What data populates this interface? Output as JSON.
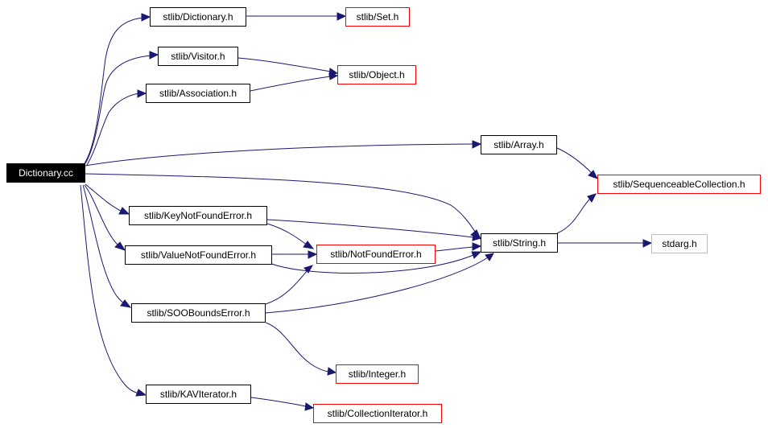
{
  "colors": {
    "edge": "#191970",
    "documented_border": "#000000",
    "undocumented_border": "#ff0000",
    "system_border": "#bfbfbf",
    "root_fill": "#000000",
    "root_text": "#ffffff"
  },
  "nodes": {
    "root": "Dictionary.cc",
    "dictionary_h": "stlib/Dictionary.h",
    "set_h": "stlib/Set.h",
    "visitor_h": "stlib/Visitor.h",
    "object_h": "stlib/Object.h",
    "association_h": "stlib/Association.h",
    "array_h": "stlib/Array.h",
    "seqcoll_h": "stlib/SequenceableCollection.h",
    "keynotfound_h": "stlib/KeyNotFoundError.h",
    "string_h": "stlib/String.h",
    "stdarg_h": "stdarg.h",
    "valuenotfound_h": "stlib/ValueNotFoundError.h",
    "notfound_h": "stlib/NotFoundError.h",
    "soobounds_h": "stlib/SOOBoundsError.h",
    "integer_h": "stlib/Integer.h",
    "kaviterator_h": "stlib/KAVIterator.h",
    "colliterator_h": "stlib/CollectionIterator.h"
  },
  "edges": [
    [
      "root",
      "dictionary_h"
    ],
    [
      "root",
      "visitor_h"
    ],
    [
      "root",
      "association_h"
    ],
    [
      "root",
      "array_h"
    ],
    [
      "root",
      "string_h"
    ],
    [
      "root",
      "keynotfound_h"
    ],
    [
      "root",
      "valuenotfound_h"
    ],
    [
      "root",
      "soobounds_h"
    ],
    [
      "root",
      "kaviterator_h"
    ],
    [
      "dictionary_h",
      "set_h"
    ],
    [
      "visitor_h",
      "object_h"
    ],
    [
      "association_h",
      "object_h"
    ],
    [
      "array_h",
      "seqcoll_h"
    ],
    [
      "string_h",
      "seqcoll_h"
    ],
    [
      "string_h",
      "stdarg_h"
    ],
    [
      "keynotfound_h",
      "notfound_h"
    ],
    [
      "keynotfound_h",
      "string_h"
    ],
    [
      "valuenotfound_h",
      "notfound_h"
    ],
    [
      "valuenotfound_h",
      "string_h"
    ],
    [
      "notfound_h",
      "string_h"
    ],
    [
      "soobounds_h",
      "notfound_h"
    ],
    [
      "soobounds_h",
      "string_h"
    ],
    [
      "soobounds_h",
      "integer_h"
    ],
    [
      "kaviterator_h",
      "colliterator_h"
    ]
  ]
}
